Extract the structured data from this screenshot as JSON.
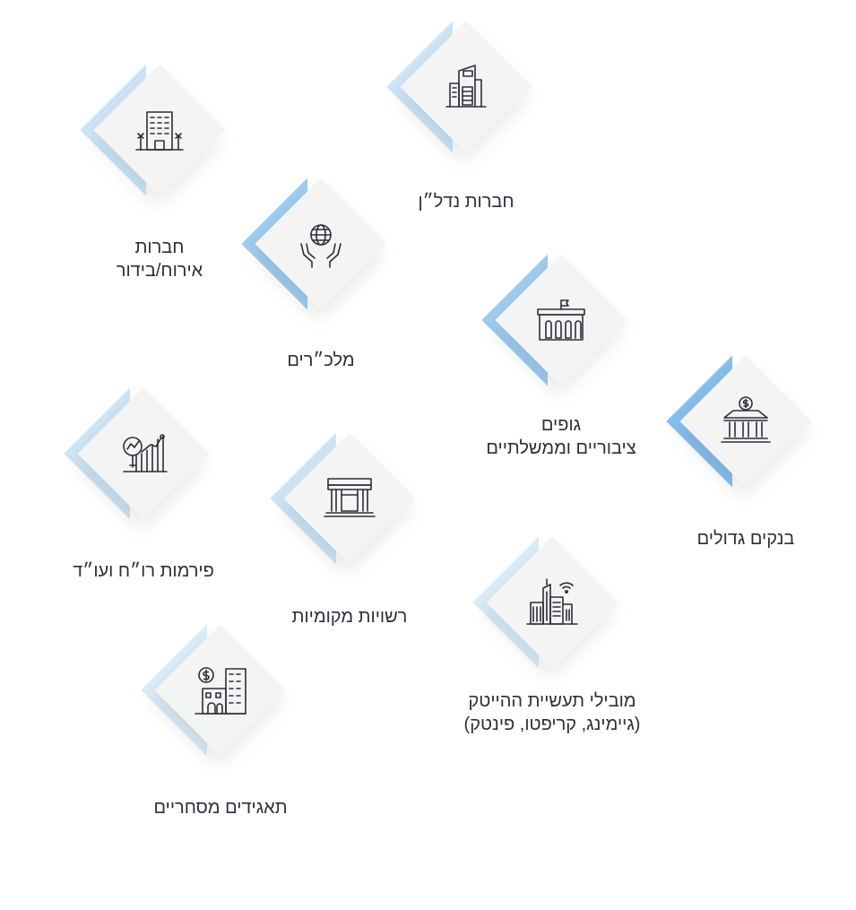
{
  "sectors": [
    {
      "key": "real-estate",
      "label_lines": [
        "חברות נדל״ן"
      ],
      "icon": "office-building-icon",
      "chevron_color": "#cce5f7"
    },
    {
      "key": "hospitality",
      "label_lines": [
        "חברות",
        "אירוח/בידור"
      ],
      "icon": "hotel-icon",
      "chevron_color": "#cce5f7"
    },
    {
      "key": "nonprofits",
      "label_lines": [
        "מלכ״רים"
      ],
      "icon": "hands-globe-icon",
      "chevron_color": "#9fcdf0"
    },
    {
      "key": "public-bodies",
      "label_lines": [
        "גופים",
        "ציבוריים וממשלתיים"
      ],
      "icon": "government-building-icon",
      "chevron_color": "#9fcdf0"
    },
    {
      "key": "banks",
      "label_lines": [
        "בנקים גדולים"
      ],
      "icon": "bank-icon",
      "chevron_color": "#86bfec"
    },
    {
      "key": "accounting-law",
      "label_lines": [
        "פירמות רו״ח ועו״ד"
      ],
      "icon": "analytics-icon",
      "chevron_color": "#cce5f7"
    },
    {
      "key": "municipalities",
      "label_lines": [
        "רשויות מקומיות"
      ],
      "icon": "town-hall-icon",
      "chevron_color": "#cce5f7"
    },
    {
      "key": "hitech",
      "label_lines": [
        "מובילי תעשיית ההייטק",
        "(גיימינג, קריפטו, פינטק)"
      ],
      "icon": "smart-city-icon",
      "chevron_color": "#d9ecf8"
    },
    {
      "key": "corporations",
      "label_lines": [
        "תאגידים מסחריים"
      ],
      "icon": "corporate-finance-icon",
      "chevron_color": "#d9ecf8"
    }
  ]
}
